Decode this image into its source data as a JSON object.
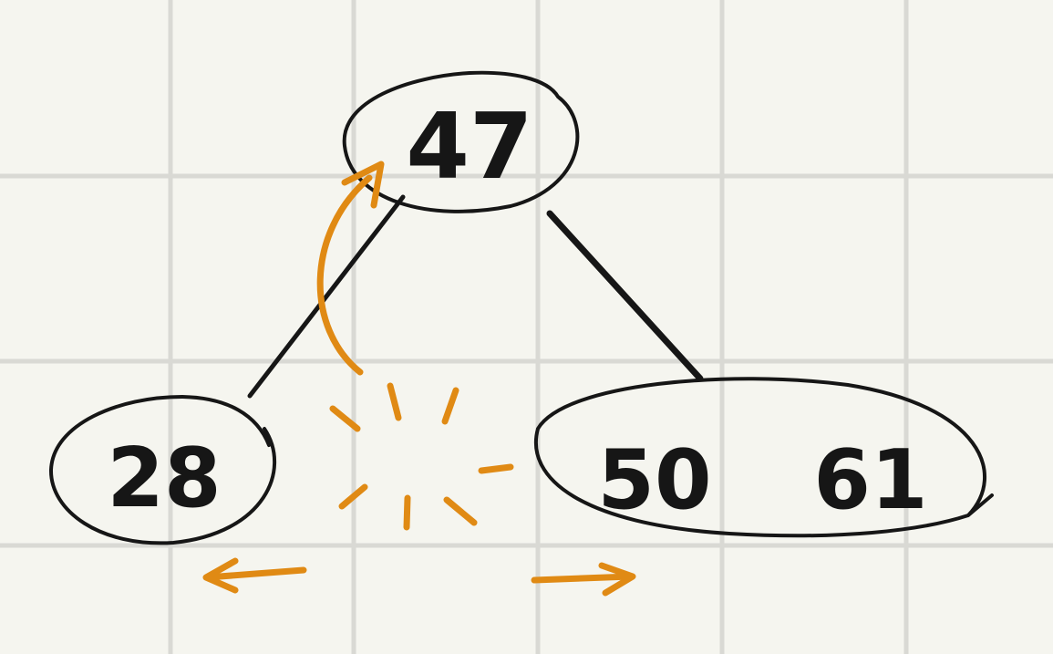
{
  "colors": {
    "background": "#f5f5ef",
    "grid": "#d9d9d4",
    "ink": "#161616",
    "accent": "#e08a14"
  },
  "nodes": {
    "root": {
      "label": "47"
    },
    "left": {
      "label": "28"
    },
    "right": {
      "key1": "50",
      "key2": "61"
    }
  },
  "icons": {
    "promote": "curved-arrow-up-icon",
    "burst": "burst-icon",
    "left_move": "arrow-left-icon",
    "right_move": "arrow-right-icon"
  }
}
